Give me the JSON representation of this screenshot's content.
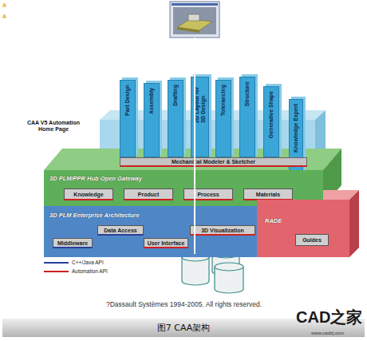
{
  "diagram": {
    "caption": "图7 CAA架构",
    "nodes": [
      {
        "text": [
          "Part Design"
        ]
      },
      {
        "text": [
          "Assembly"
        ]
      },
      {
        "text": [
          "Drafting"
        ]
      },
      {
        "text": [
          "2D Layout for 3D Design"
        ]
      },
      {
        "text": [
          "Tolerancing"
        ]
      },
      {
        "text": [
          "Structure"
        ]
      },
      {
        "text": [
          "Generative Shape"
        ]
      },
      {
        "text": [
          "Knowledge Expert"
        ]
      },
      {
        "text": [
          "3D PLM/PPR Hub Open Gateway"
        ]
      },
      {
        "text": [
          "Mechanical Modeler & Sketcher"
        ],
        "in": 8
      },
      {
        "text": [
          "Knowledge"
        ],
        "in": 8
      },
      {
        "text": [
          "Product"
        ],
        "in": 8
      },
      {
        "text": [
          "Process"
        ],
        "in": 8
      },
      {
        "text": [
          "Materials"
        ],
        "in": 8
      },
      {
        "text": [
          "3D PLM Enterprise Architecture"
        ]
      },
      {
        "text": [
          "Data Access"
        ],
        "in": 14
      },
      {
        "text": [
          "3D Visualization"
        ],
        "in": 14
      },
      {
        "text": [
          "Middleware"
        ],
        "in": 14
      },
      {
        "text": [
          "User Interface"
        ],
        "in": 14
      },
      {
        "text": [
          "RADE"
        ]
      },
      {
        "text": [
          "Guides"
        ],
        "in": 19
      }
    ],
    "labels": [
      "A",
      "A",
      "CAA V5 Automation Home Page",
      "?Dassault Systèmes 1994-2005. All rights reserved.",
      "CAD之家",
      "www.cadzj.com"
    ],
    "legend": [
      {
        "text": "C++/Java API"
      },
      {
        "text": "Automation API"
      }
    ]
  }
}
